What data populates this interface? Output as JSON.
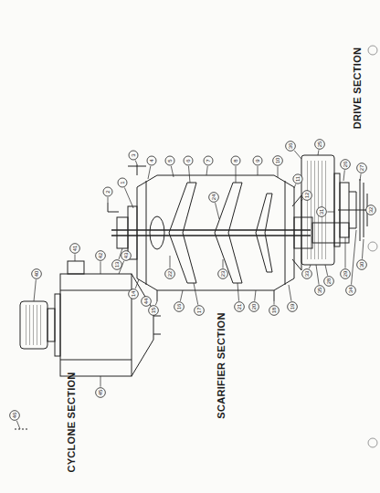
{
  "diagram": {
    "labels": [
      "CYCLONE SECTION",
      "SCARIFIER SECTION",
      "DRIVE SECTION",
      "40",
      "41",
      "42",
      "43",
      "44",
      "45",
      "46",
      "1",
      "2",
      "3",
      "4",
      "5",
      "6",
      "7",
      "8",
      "9",
      "10",
      "11",
      "12",
      "13",
      "14",
      "15",
      "16",
      "17",
      "18",
      "19",
      "20",
      "21",
      "22",
      "23",
      "24",
      "25",
      "26",
      "27",
      "28",
      "29",
      "30",
      "31",
      "32",
      "33",
      "34",
      "35",
      "36"
    ]
  }
}
